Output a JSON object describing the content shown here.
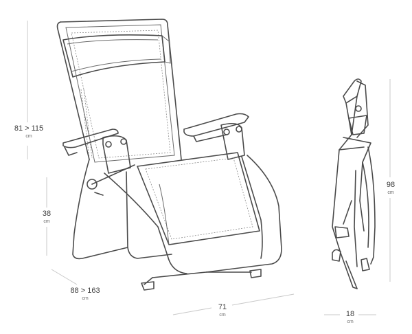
{
  "dimensions": {
    "total_height": {
      "value": "81 > 115",
      "unit": "cm"
    },
    "seat_height": {
      "value": "38",
      "unit": "cm"
    },
    "length": {
      "value": "88 > 163",
      "unit": "cm"
    },
    "width": {
      "value": "71",
      "unit": "cm"
    },
    "folded_height": {
      "value": "98",
      "unit": "cm"
    },
    "folded_depth": {
      "value": "18",
      "unit": "cm"
    }
  },
  "colors": {
    "outline": "#4a4a4a",
    "dimension_line": "#c8c8c8",
    "text": "#3c3c3c"
  }
}
